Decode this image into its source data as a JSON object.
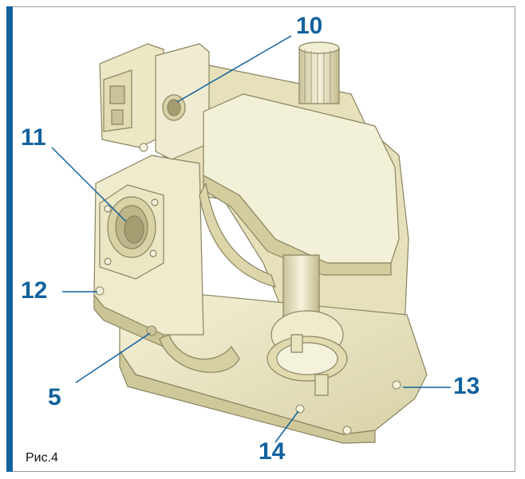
{
  "figure": {
    "caption": "Рис.4",
    "accent_color": "#12629e",
    "body_color": "#ece8c6",
    "callouts": [
      {
        "id": "10",
        "label": "10"
      },
      {
        "id": "11",
        "label": "11"
      },
      {
        "id": "12",
        "label": "12"
      },
      {
        "id": "5",
        "label": "5"
      },
      {
        "id": "13",
        "label": "13"
      },
      {
        "id": "14",
        "label": "14"
      }
    ]
  }
}
